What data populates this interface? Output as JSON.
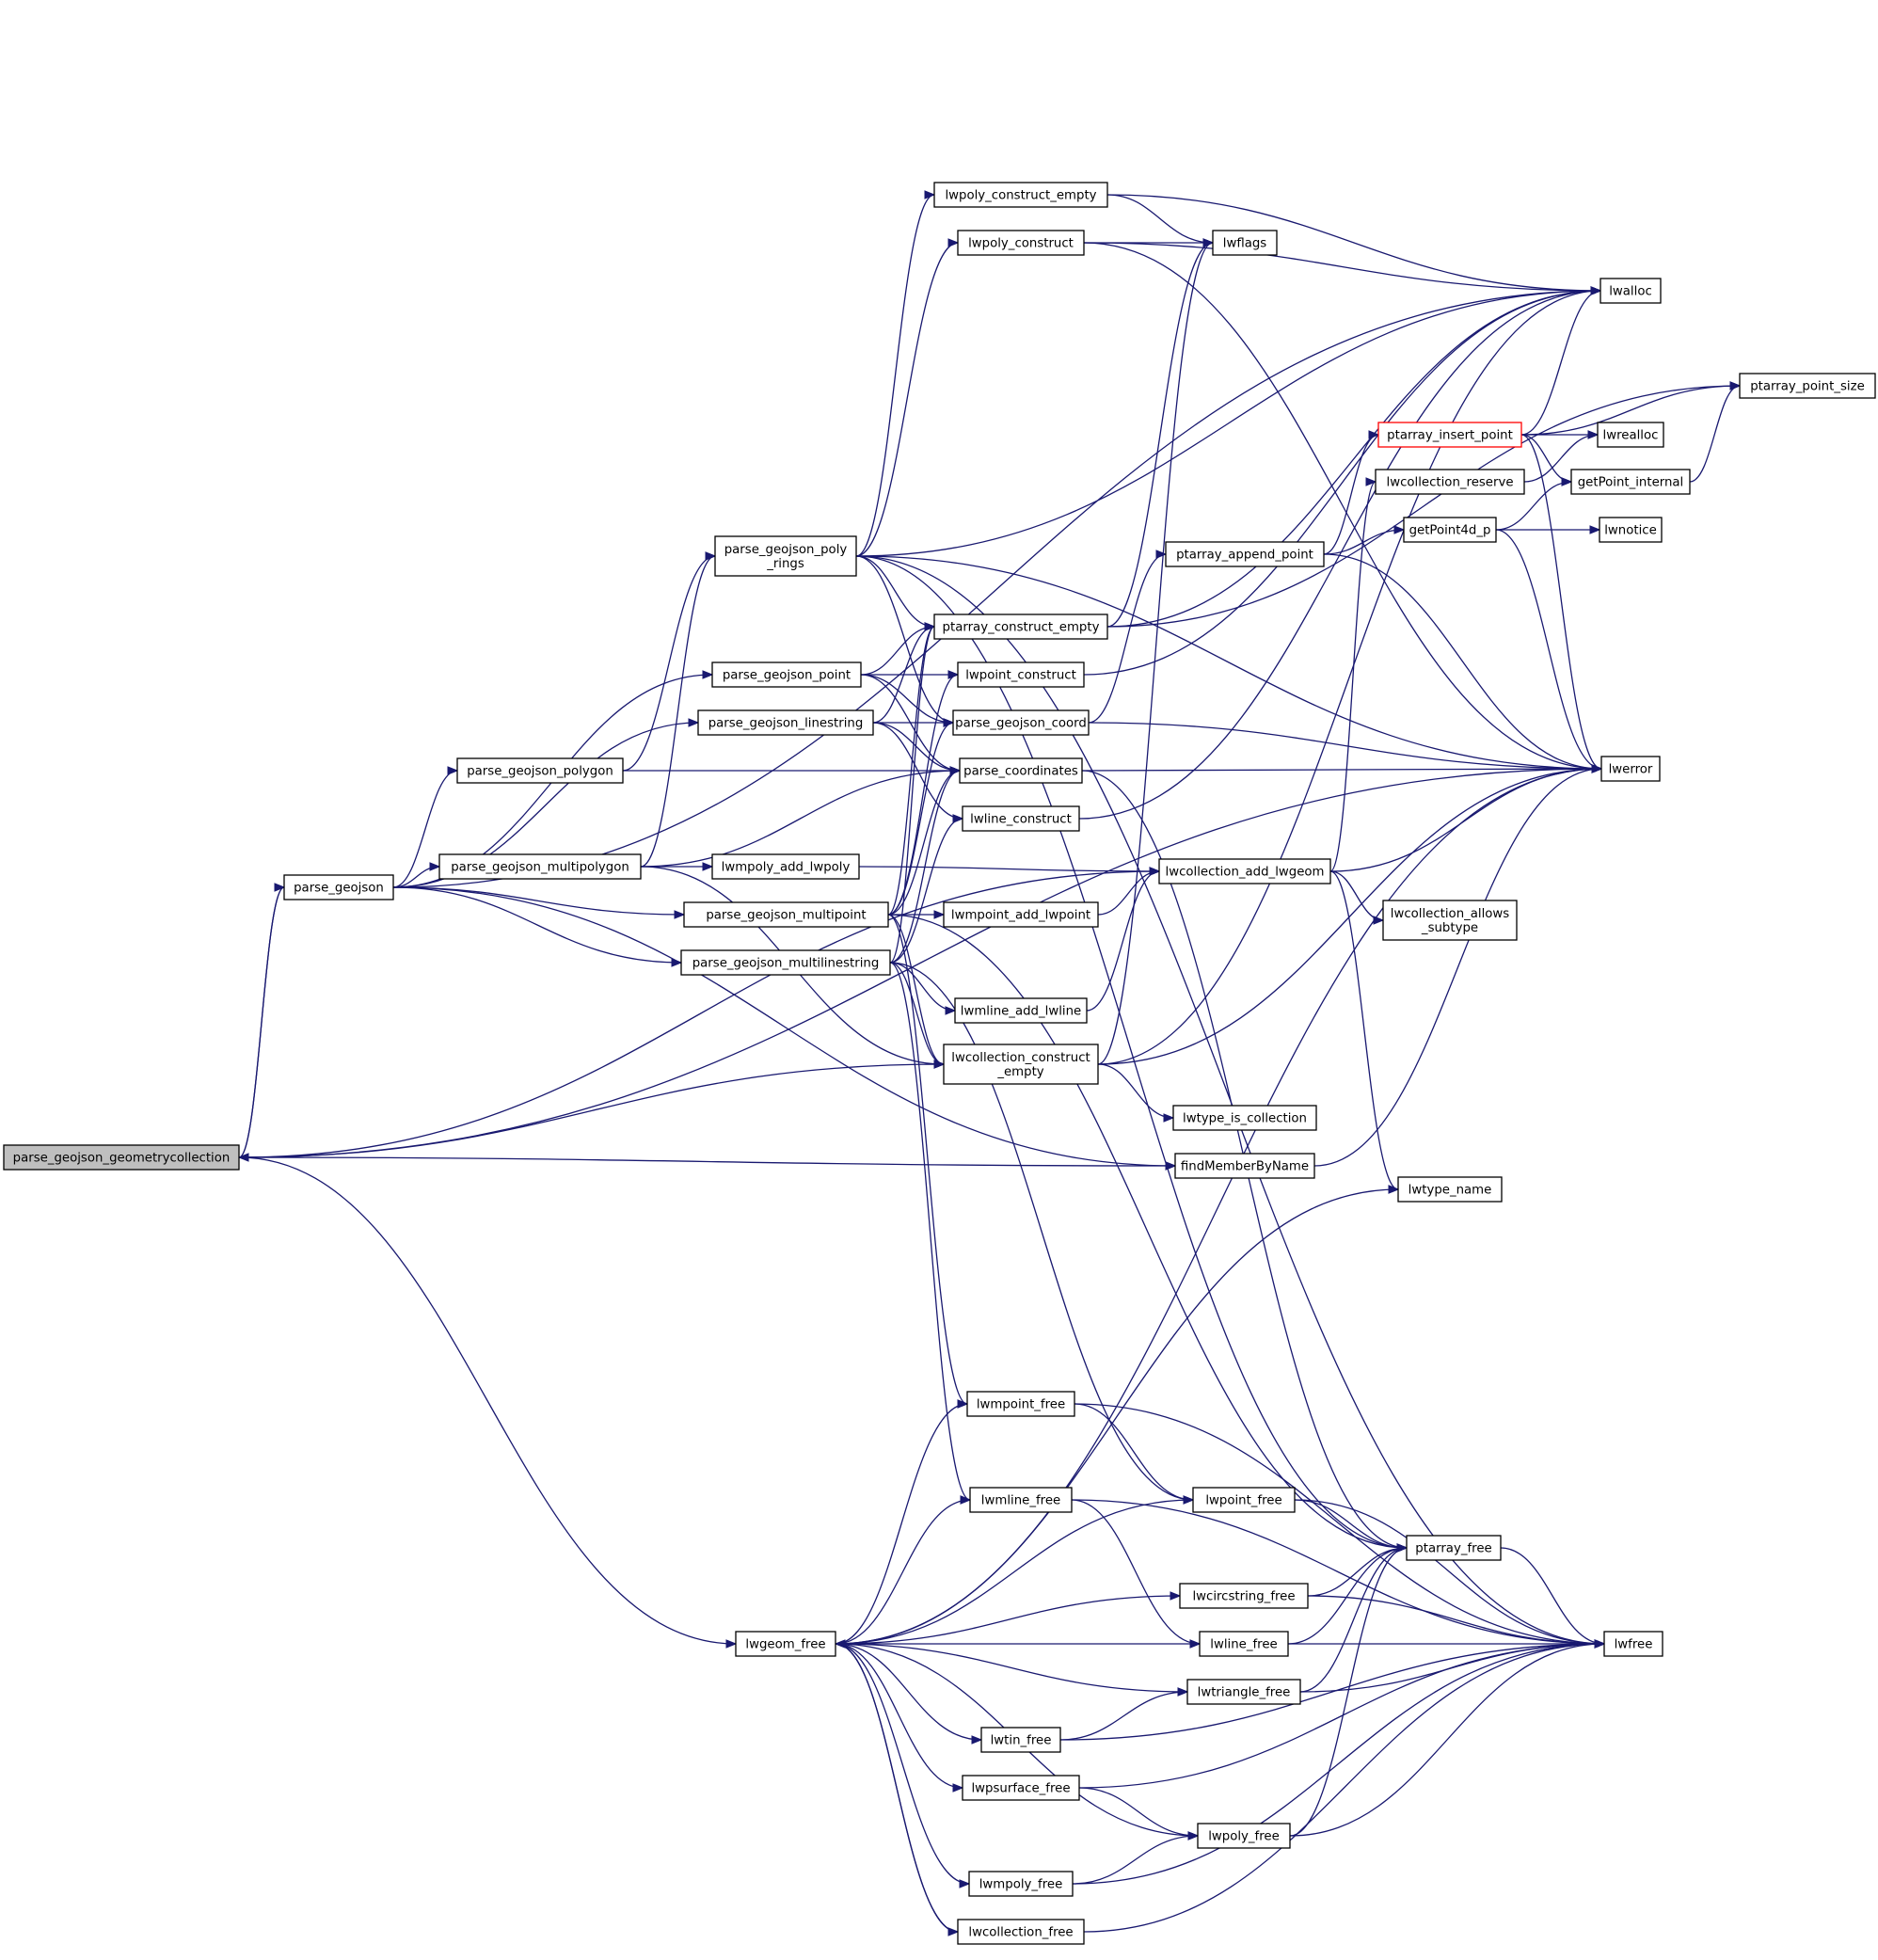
{
  "root_node": "parse_geojson_geometrycollection",
  "colors": {
    "edge": "#191970",
    "root_fill": "#bfbfbf",
    "highlight_border": "#ff0000",
    "node_border": "#000000"
  },
  "nodes": [
    {
      "id": "root",
      "label": "parse_geojson_geometrycollection",
      "root": true
    },
    {
      "id": "parse_geojson",
      "label": "parse_geojson"
    },
    {
      "id": "poly_rings",
      "label": "parse_geojson_poly_rings",
      "lines": [
        "parse_geojson_poly",
        "_rings"
      ]
    },
    {
      "id": "pg_point",
      "label": "parse_geojson_point"
    },
    {
      "id": "pg_linestring",
      "label": "parse_geojson_linestring"
    },
    {
      "id": "pg_polygon",
      "label": "parse_geojson_polygon"
    },
    {
      "id": "pg_multipolygon",
      "label": "parse_geojson_multipolygon"
    },
    {
      "id": "pg_multipoint",
      "label": "parse_geojson_multipoint"
    },
    {
      "id": "pg_multilinestring",
      "label": "parse_geojson_multilinestring"
    },
    {
      "id": "lwpoly_construct_empty",
      "label": "lwpoly_construct_empty"
    },
    {
      "id": "lwpoly_construct",
      "label": "lwpoly_construct"
    },
    {
      "id": "ptarray_construct_empty",
      "label": "ptarray_construct_empty"
    },
    {
      "id": "lwpoint_construct",
      "label": "lwpoint_construct"
    },
    {
      "id": "pg_coord",
      "label": "parse_geojson_coord"
    },
    {
      "id": "parse_coordinates",
      "label": "parse_coordinates"
    },
    {
      "id": "lwline_construct",
      "label": "lwline_construct"
    },
    {
      "id": "lwmpoly_add_lwpoly",
      "label": "lwmpoly_add_lwpoly"
    },
    {
      "id": "lwmpoint_add_lwpoint",
      "label": "lwmpoint_add_lwpoint"
    },
    {
      "id": "lwmline_add_lwline",
      "label": "lwmline_add_lwline"
    },
    {
      "id": "lwcollection_construct_empty",
      "label": "lwcollection_construct_empty",
      "lines": [
        "lwcollection_construct",
        "_empty"
      ]
    },
    {
      "id": "lwflags",
      "label": "lwflags"
    },
    {
      "id": "ptarray_append_point",
      "label": "ptarray_append_point"
    },
    {
      "id": "lwcollection_add_lwgeom",
      "label": "lwcollection_add_lwgeom"
    },
    {
      "id": "lwtype_is_collection",
      "label": "lwtype_is_collection"
    },
    {
      "id": "findMemberByName",
      "label": "findMemberByName"
    },
    {
      "id": "ptarray_insert_point",
      "label": "ptarray_insert_point",
      "highlight": true
    },
    {
      "id": "lwcollection_reserve",
      "label": "lwcollection_reserve"
    },
    {
      "id": "getPoint4d_p",
      "label": "getPoint4d_p"
    },
    {
      "id": "lwcollection_allows_subtype",
      "label": "lwcollection_allows_subtype",
      "lines": [
        "lwcollection_allows",
        "_subtype"
      ]
    },
    {
      "id": "lwtype_name",
      "label": "lwtype_name"
    },
    {
      "id": "lwalloc",
      "label": "lwalloc"
    },
    {
      "id": "lwrealloc",
      "label": "lwrealloc"
    },
    {
      "id": "getPoint_internal",
      "label": "getPoint_internal"
    },
    {
      "id": "lwnotice",
      "label": "lwnotice"
    },
    {
      "id": "lwerror",
      "label": "lwerror"
    },
    {
      "id": "ptarray_point_size",
      "label": "ptarray_point_size"
    },
    {
      "id": "lwgeom_free",
      "label": "lwgeom_free"
    },
    {
      "id": "lwmpoint_free",
      "label": "lwmpoint_free"
    },
    {
      "id": "lwmline_free",
      "label": "lwmline_free"
    },
    {
      "id": "lwpoint_free",
      "label": "lwpoint_free"
    },
    {
      "id": "ptarray_free",
      "label": "ptarray_free"
    },
    {
      "id": "lwcircstring_free",
      "label": "lwcircstring_free"
    },
    {
      "id": "lwline_free",
      "label": "lwline_free"
    },
    {
      "id": "lwtriangle_free",
      "label": "lwtriangle_free"
    },
    {
      "id": "lwtin_free",
      "label": "lwtin_free"
    },
    {
      "id": "lwpsurface_free",
      "label": "lwpsurface_free"
    },
    {
      "id": "lwpoly_free",
      "label": "lwpoly_free"
    },
    {
      "id": "lwmpoly_free",
      "label": "lwmpoly_free"
    },
    {
      "id": "lwcollection_free",
      "label": "lwcollection_free"
    },
    {
      "id": "lwfree",
      "label": "lwfree"
    }
  ],
  "edges": [
    [
      "root",
      "parse_geojson"
    ],
    [
      "root",
      "lwcollection_construct_empty"
    ],
    [
      "root",
      "lwcollection_add_lwgeom"
    ],
    [
      "root",
      "findMemberByName"
    ],
    [
      "root",
      "lwerror"
    ],
    [
      "root",
      "lwgeom_free"
    ],
    [
      "parse_geojson",
      "root"
    ],
    [
      "parse_geojson",
      "pg_point"
    ],
    [
      "parse_geojson",
      "pg_linestring"
    ],
    [
      "parse_geojson",
      "pg_polygon"
    ],
    [
      "parse_geojson",
      "pg_multipolygon"
    ],
    [
      "parse_geojson",
      "pg_multipoint"
    ],
    [
      "parse_geojson",
      "pg_multilinestring"
    ],
    [
      "parse_geojson",
      "findMemberByName"
    ],
    [
      "parse_geojson",
      "lwalloc"
    ],
    [
      "pg_point",
      "ptarray_construct_empty"
    ],
    [
      "pg_point",
      "lwpoint_construct"
    ],
    [
      "pg_point",
      "pg_coord"
    ],
    [
      "pg_point",
      "parse_coordinates"
    ],
    [
      "pg_linestring",
      "ptarray_construct_empty"
    ],
    [
      "pg_linestring",
      "pg_coord"
    ],
    [
      "pg_linestring",
      "parse_coordinates"
    ],
    [
      "pg_linestring",
      "lwline_construct"
    ],
    [
      "pg_polygon",
      "poly_rings"
    ],
    [
      "pg_polygon",
      "parse_coordinates"
    ],
    [
      "pg_multipolygon",
      "poly_rings"
    ],
    [
      "pg_multipolygon",
      "parse_coordinates"
    ],
    [
      "pg_multipolygon",
      "lwmpoly_add_lwpoly"
    ],
    [
      "pg_multipolygon",
      "lwcollection_construct_empty"
    ],
    [
      "poly_rings",
      "lwpoly_construct_empty"
    ],
    [
      "poly_rings",
      "lwpoly_construct"
    ],
    [
      "poly_rings",
      "lwalloc"
    ],
    [
      "poly_rings",
      "ptarray_construct_empty"
    ],
    [
      "poly_rings",
      "pg_coord"
    ],
    [
      "poly_rings",
      "lwerror"
    ],
    [
      "poly_rings",
      "lwfree"
    ],
    [
      "poly_rings",
      "ptarray_free"
    ],
    [
      "pg_multipoint",
      "ptarray_construct_empty"
    ],
    [
      "pg_multipoint",
      "lwpoint_construct"
    ],
    [
      "pg_multipoint",
      "pg_coord"
    ],
    [
      "pg_multipoint",
      "parse_coordinates"
    ],
    [
      "pg_multipoint",
      "lwmpoint_add_lwpoint"
    ],
    [
      "pg_multipoint",
      "lwcollection_construct_empty"
    ],
    [
      "pg_multipoint",
      "lwmpoint_free"
    ],
    [
      "pg_multipoint",
      "ptarray_free"
    ],
    [
      "pg_multilinestring",
      "ptarray_construct_empty"
    ],
    [
      "pg_multilinestring",
      "parse_coordinates"
    ],
    [
      "pg_multilinestring",
      "lwline_construct"
    ],
    [
      "pg_multilinestring",
      "lwmline_add_lwline"
    ],
    [
      "pg_multilinestring",
      "lwcollection_construct_empty"
    ],
    [
      "pg_multilinestring",
      "lwmline_free"
    ],
    [
      "pg_multilinestring",
      "lwpoint_free"
    ],
    [
      "lwpoly_construct_empty",
      "lwflags"
    ],
    [
      "lwpoly_construct_empty",
      "lwalloc"
    ],
    [
      "lwpoly_construct",
      "lwflags"
    ],
    [
      "lwpoly_construct",
      "lwalloc"
    ],
    [
      "lwpoly_construct",
      "lwerror"
    ],
    [
      "ptarray_construct_empty",
      "lwflags"
    ],
    [
      "ptarray_construct_empty",
      "lwalloc"
    ],
    [
      "ptarray_construct_empty",
      "ptarray_point_size"
    ],
    [
      "lwpoint_construct",
      "lwalloc"
    ],
    [
      "pg_coord",
      "ptarray_append_point"
    ],
    [
      "pg_coord",
      "lwerror"
    ],
    [
      "parse_coordinates",
      "lwerror"
    ],
    [
      "parse_coordinates",
      "ptarray_free"
    ],
    [
      "lwline_construct",
      "lwalloc"
    ],
    [
      "lwmpoly_add_lwpoly",
      "lwcollection_add_lwgeom"
    ],
    [
      "lwmpoint_add_lwpoint",
      "lwcollection_add_lwgeom"
    ],
    [
      "lwmline_add_lwline",
      "lwcollection_add_lwgeom"
    ],
    [
      "lwcollection_construct_empty",
      "lwflags"
    ],
    [
      "lwcollection_construct_empty",
      "lwalloc"
    ],
    [
      "lwcollection_construct_empty",
      "lwtype_is_collection"
    ],
    [
      "lwcollection_construct_empty",
      "lwerror"
    ],
    [
      "ptarray_append_point",
      "ptarray_insert_point"
    ],
    [
      "ptarray_append_point",
      "getPoint4d_p"
    ],
    [
      "ptarray_append_point",
      "lwerror"
    ],
    [
      "lwcollection_add_lwgeom",
      "lwcollection_reserve"
    ],
    [
      "lwcollection_add_lwgeom",
      "lwcollection_allows_subtype"
    ],
    [
      "lwcollection_add_lwgeom",
      "lwtype_name"
    ],
    [
      "lwcollection_add_lwgeom",
      "lwerror"
    ],
    [
      "findMemberByName",
      "lwerror"
    ],
    [
      "ptarray_insert_point",
      "lwalloc"
    ],
    [
      "ptarray_insert_point",
      "lwrealloc"
    ],
    [
      "ptarray_insert_point",
      "getPoint_internal"
    ],
    [
      "ptarray_insert_point",
      "ptarray_point_size"
    ],
    [
      "ptarray_insert_point",
      "lwerror"
    ],
    [
      "lwcollection_reserve",
      "lwrealloc"
    ],
    [
      "getPoint4d_p",
      "getPoint_internal"
    ],
    [
      "getPoint4d_p",
      "lwnotice"
    ],
    [
      "getPoint4d_p",
      "lwerror"
    ],
    [
      "getPoint_internal",
      "ptarray_point_size"
    ],
    [
      "lwgeom_free",
      "lwmpoint_free"
    ],
    [
      "lwgeom_free",
      "lwmline_free"
    ],
    [
      "lwgeom_free",
      "lwpoint_free"
    ],
    [
      "lwgeom_free",
      "lwcircstring_free"
    ],
    [
      "lwgeom_free",
      "lwline_free"
    ],
    [
      "lwgeom_free",
      "lwtriangle_free"
    ],
    [
      "lwgeom_free",
      "lwtin_free"
    ],
    [
      "lwgeom_free",
      "lwpsurface_free"
    ],
    [
      "lwgeom_free",
      "lwpoly_free"
    ],
    [
      "lwgeom_free",
      "lwmpoly_free"
    ],
    [
      "lwgeom_free",
      "lwcollection_free"
    ],
    [
      "lwgeom_free",
      "lwtype_name"
    ],
    [
      "lwgeom_free",
      "lwerror"
    ],
    [
      "lwmpoint_free",
      "lwpoint_free"
    ],
    [
      "lwmpoint_free",
      "lwfree"
    ],
    [
      "lwmline_free",
      "lwline_free"
    ],
    [
      "lwmline_free",
      "lwfree"
    ],
    [
      "lwpoint_free",
      "ptarray_free"
    ],
    [
      "lwpoint_free",
      "lwfree"
    ],
    [
      "lwcircstring_free",
      "ptarray_free"
    ],
    [
      "lwcircstring_free",
      "lwfree"
    ],
    [
      "lwline_free",
      "ptarray_free"
    ],
    [
      "lwline_free",
      "lwfree"
    ],
    [
      "lwtriangle_free",
      "ptarray_free"
    ],
    [
      "lwtriangle_free",
      "lwfree"
    ],
    [
      "lwtin_free",
      "lwtriangle_free"
    ],
    [
      "lwtin_free",
      "lwfree"
    ],
    [
      "lwpsurface_free",
      "lwpoly_free"
    ],
    [
      "lwpsurface_free",
      "lwfree"
    ],
    [
      "lwpoly_free",
      "ptarray_free"
    ],
    [
      "lwpoly_free",
      "lwfree"
    ],
    [
      "lwmpoly_free",
      "lwpoly_free"
    ],
    [
      "lwmpoly_free",
      "lwfree"
    ],
    [
      "lwcollection_free",
      "lwgeom_free"
    ],
    [
      "lwcollection_free",
      "lwfree"
    ],
    [
      "ptarray_free",
      "lwfree"
    ]
  ]
}
